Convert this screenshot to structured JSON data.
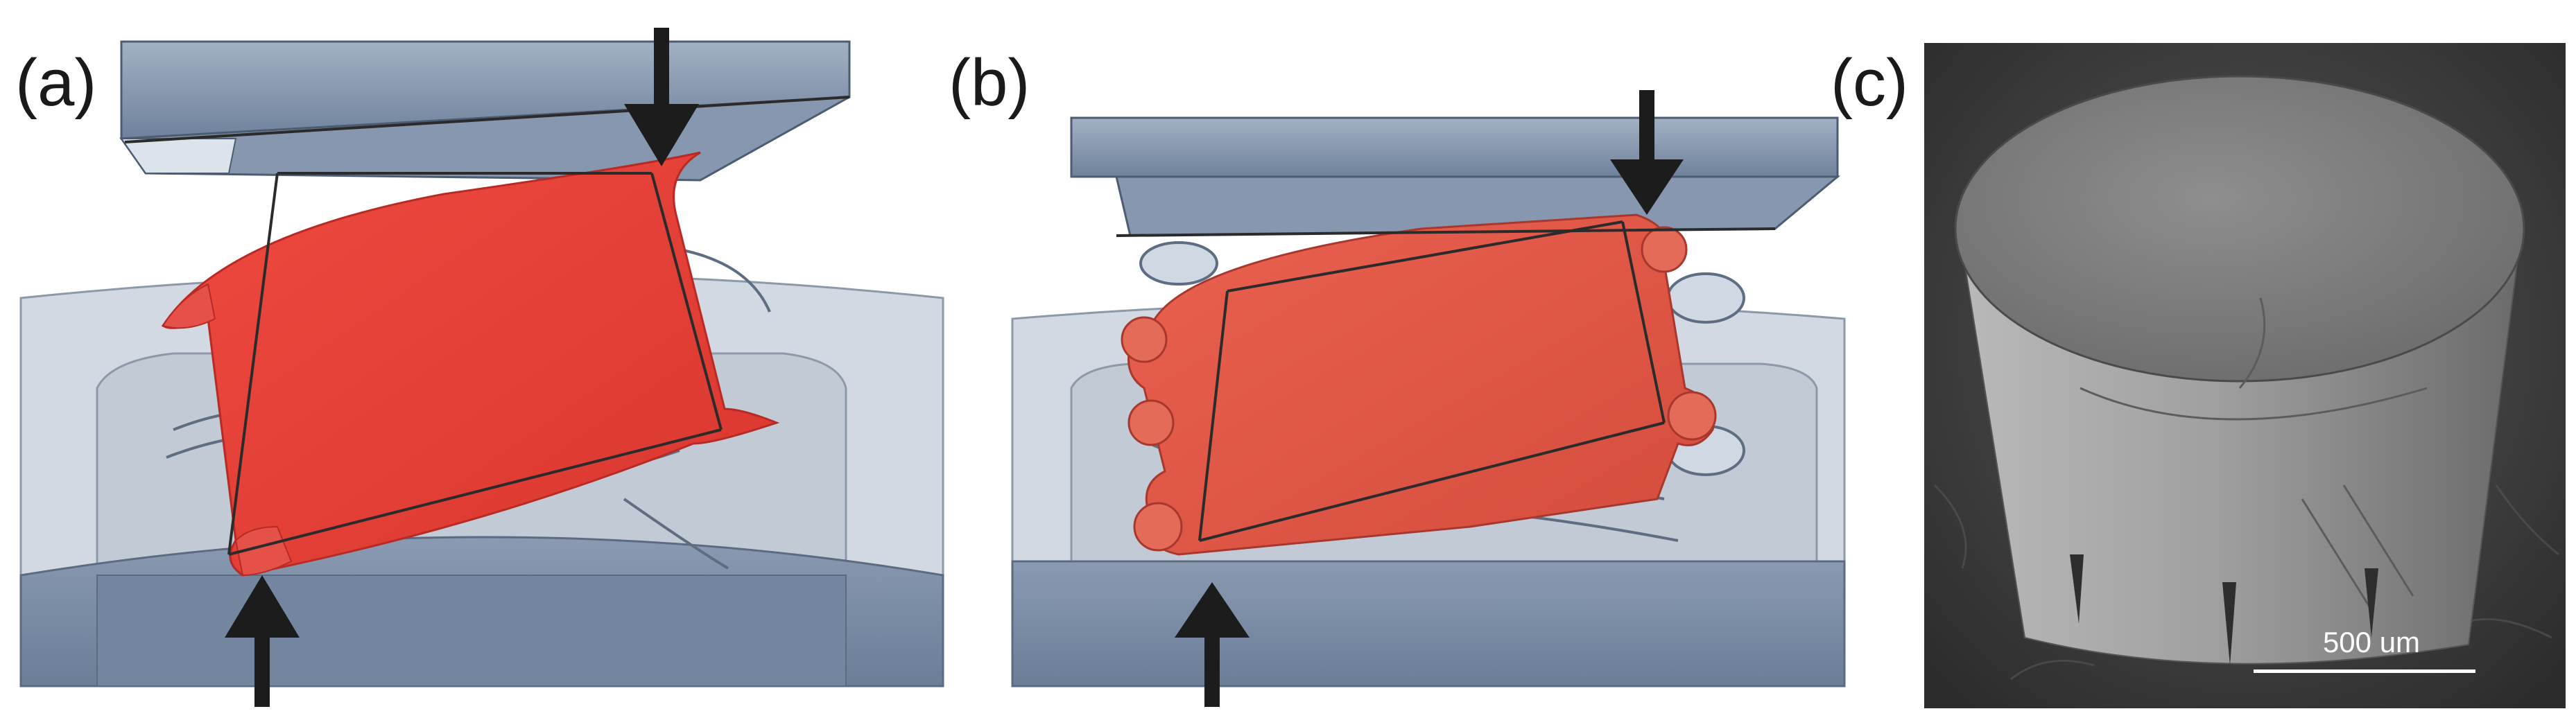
{
  "figure": {
    "panels": [
      {
        "id": "a",
        "label": "(a)"
      },
      {
        "id": "b",
        "label": "(b)"
      },
      {
        "id": "c",
        "label": "(c)"
      }
    ],
    "scale_bar": {
      "label": "500 um"
    },
    "colors": {
      "platen": "#7a8ca6",
      "platen_light": "#c9d2de",
      "housing": "#d3d9e2",
      "base": "#7889a3",
      "specimen": "#e0413a",
      "specimen_b": "#df5a48",
      "arrow": "#1c1c1c",
      "sem_background": "#3f3f3f",
      "sem_pillar": "#9a9a9a"
    },
    "icons": [
      "down-arrow-icon",
      "up-arrow-icon"
    ]
  }
}
